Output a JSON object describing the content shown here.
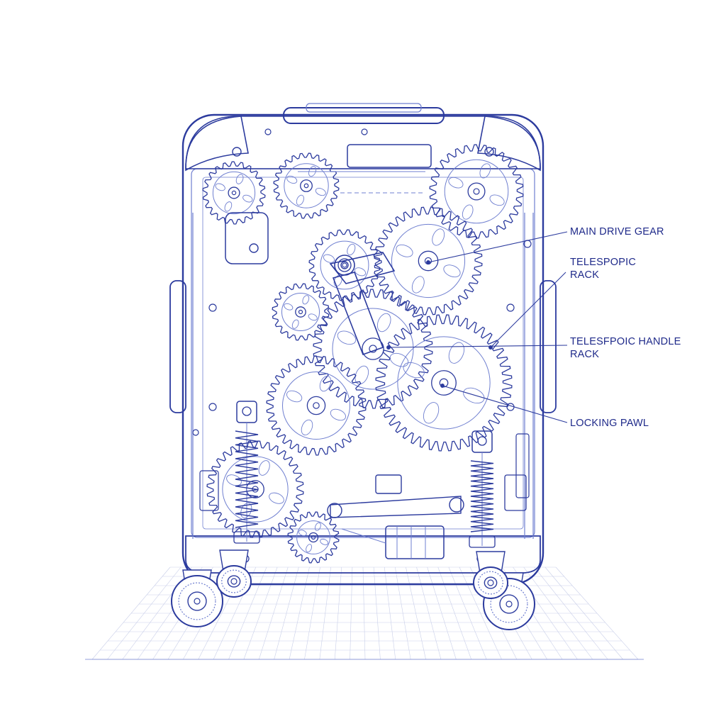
{
  "labels": {
    "main_drive_gear": "MAIN DRIVE GEAR",
    "telescopic_rack": "TELESPOPIC\nRACK",
    "telescopic_handle_rack": "TELESFPOIC HANDLE\nRACK",
    "locking_pawl": "LOCKING PAWL"
  },
  "colors": {
    "ink": "#2c3b9e",
    "ink_light": "#6f7fd0",
    "text": "#1f2a8a",
    "grid": "#c9cfe9",
    "background": "#ffffff"
  }
}
